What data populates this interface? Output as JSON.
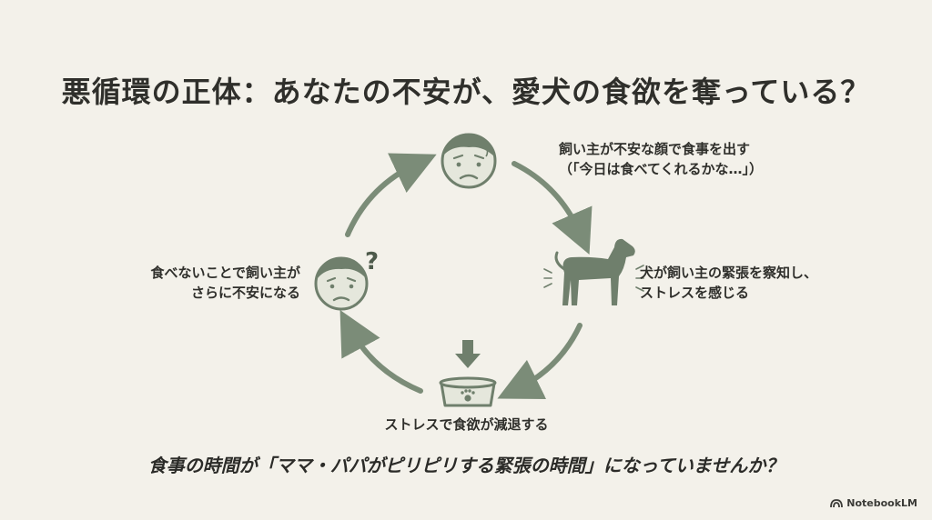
{
  "title": "悪循環の正体：あなたの不安が、愛犬の食欲を奪っている？",
  "steps": [
    {
      "line1": "飼い主が不安な顔で食事を出す",
      "line2": "（「今日は食べてくれるかな…」）"
    },
    {
      "line1": "犬が飼い主の緊張を察知し、",
      "line2": "ストレスを感じる"
    },
    {
      "line1": "ストレスで食欲が減退する"
    },
    {
      "line1": "食べないことで飼い主が",
      "line2": "さらに不安になる"
    }
  ],
  "question_mark": "?",
  "bottom_question": "食事の時間が「ママ・パパがピリピリする緊張の時間」になっていませんか？",
  "brand": "NotebookLM",
  "icons": [
    "worried-face-icon",
    "dog-icon",
    "dog-bowl-icon",
    "confused-face-icon"
  ],
  "colors": {
    "background": "#f3f1ea",
    "arrow": "#7b8c78",
    "icon": "#6f7f6c",
    "face_fill": "#e5e7dc"
  }
}
